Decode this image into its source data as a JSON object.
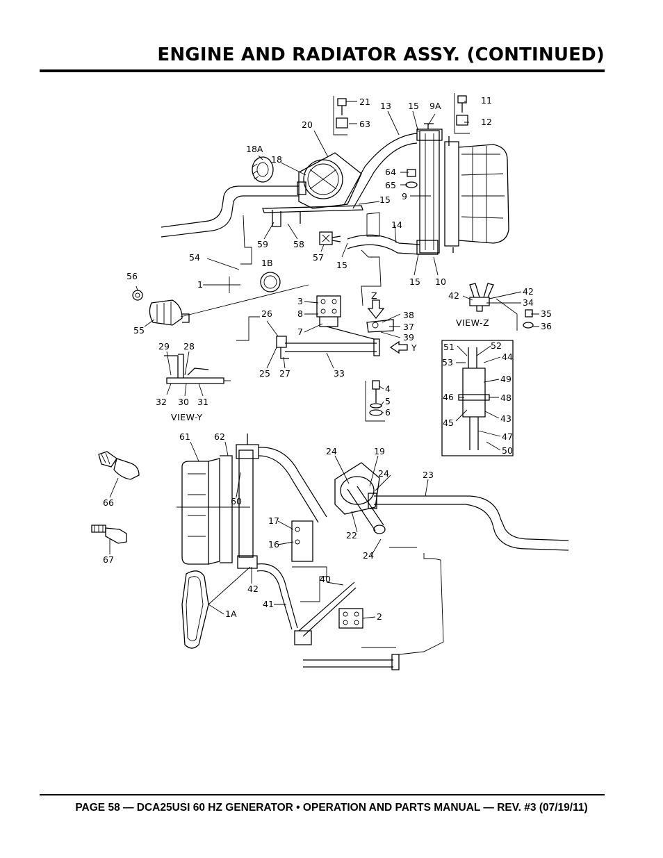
{
  "header": {
    "title": "ENGINE AND RADIATOR ASSY. (CONTINUED)"
  },
  "footer": {
    "text": "PAGE 58 — DCA25USI 60 HZ GENERATOR • OPERATION AND PARTS MANUAL — REV. #3 (07/19/11)"
  },
  "views": {
    "view_z": "VIEW-Z",
    "view_y": "VIEW-Y",
    "arrow_z": "Z",
    "arrow_y": "Y"
  },
  "callouts": {
    "c21": "21",
    "c63": "63",
    "c13": "13",
    "c15a": "15",
    "c9a": "9A",
    "c11": "11",
    "c12": "12",
    "c20": "20",
    "c18a": "18A",
    "c18": "18",
    "c64": "64",
    "c65": "65",
    "c9": "9",
    "c15b": "15",
    "c59": "59",
    "c58": "58",
    "c14": "14",
    "c57": "57",
    "c15c": "15",
    "c54": "54",
    "c1b": "1B",
    "c1": "1",
    "c15d": "15",
    "c10": "10",
    "c56": "56",
    "c55": "55",
    "c3": "3",
    "c8": "8",
    "c7": "7",
    "c26": "26",
    "c38": "38",
    "c37": "37",
    "c39": "39",
    "c42a": "42",
    "c42b": "42",
    "c34": "34",
    "c35": "35",
    "c36": "36",
    "c29": "29",
    "c28": "28",
    "c25": "25",
    "c27": "27",
    "c33": "33",
    "c51": "51",
    "c52": "52",
    "c53": "53",
    "c44": "44",
    "c49": "49",
    "c46": "46",
    "c48": "48",
    "c45": "45",
    "c43": "43",
    "c47": "47",
    "c50": "50",
    "c32": "32",
    "c30": "30",
    "c31": "31",
    "c4": "4",
    "c5": "5",
    "c6": "6",
    "c61": "61",
    "c62": "62",
    "c24a": "24",
    "c19": "19",
    "c24b": "24",
    "c23": "23",
    "c66": "66",
    "c60": "60",
    "c17": "17",
    "c16": "16",
    "c22": "22",
    "c24c": "24",
    "c67": "67",
    "c42c": "42",
    "c40": "40",
    "c41": "41",
    "c2": "2",
    "c1a": "1A"
  }
}
